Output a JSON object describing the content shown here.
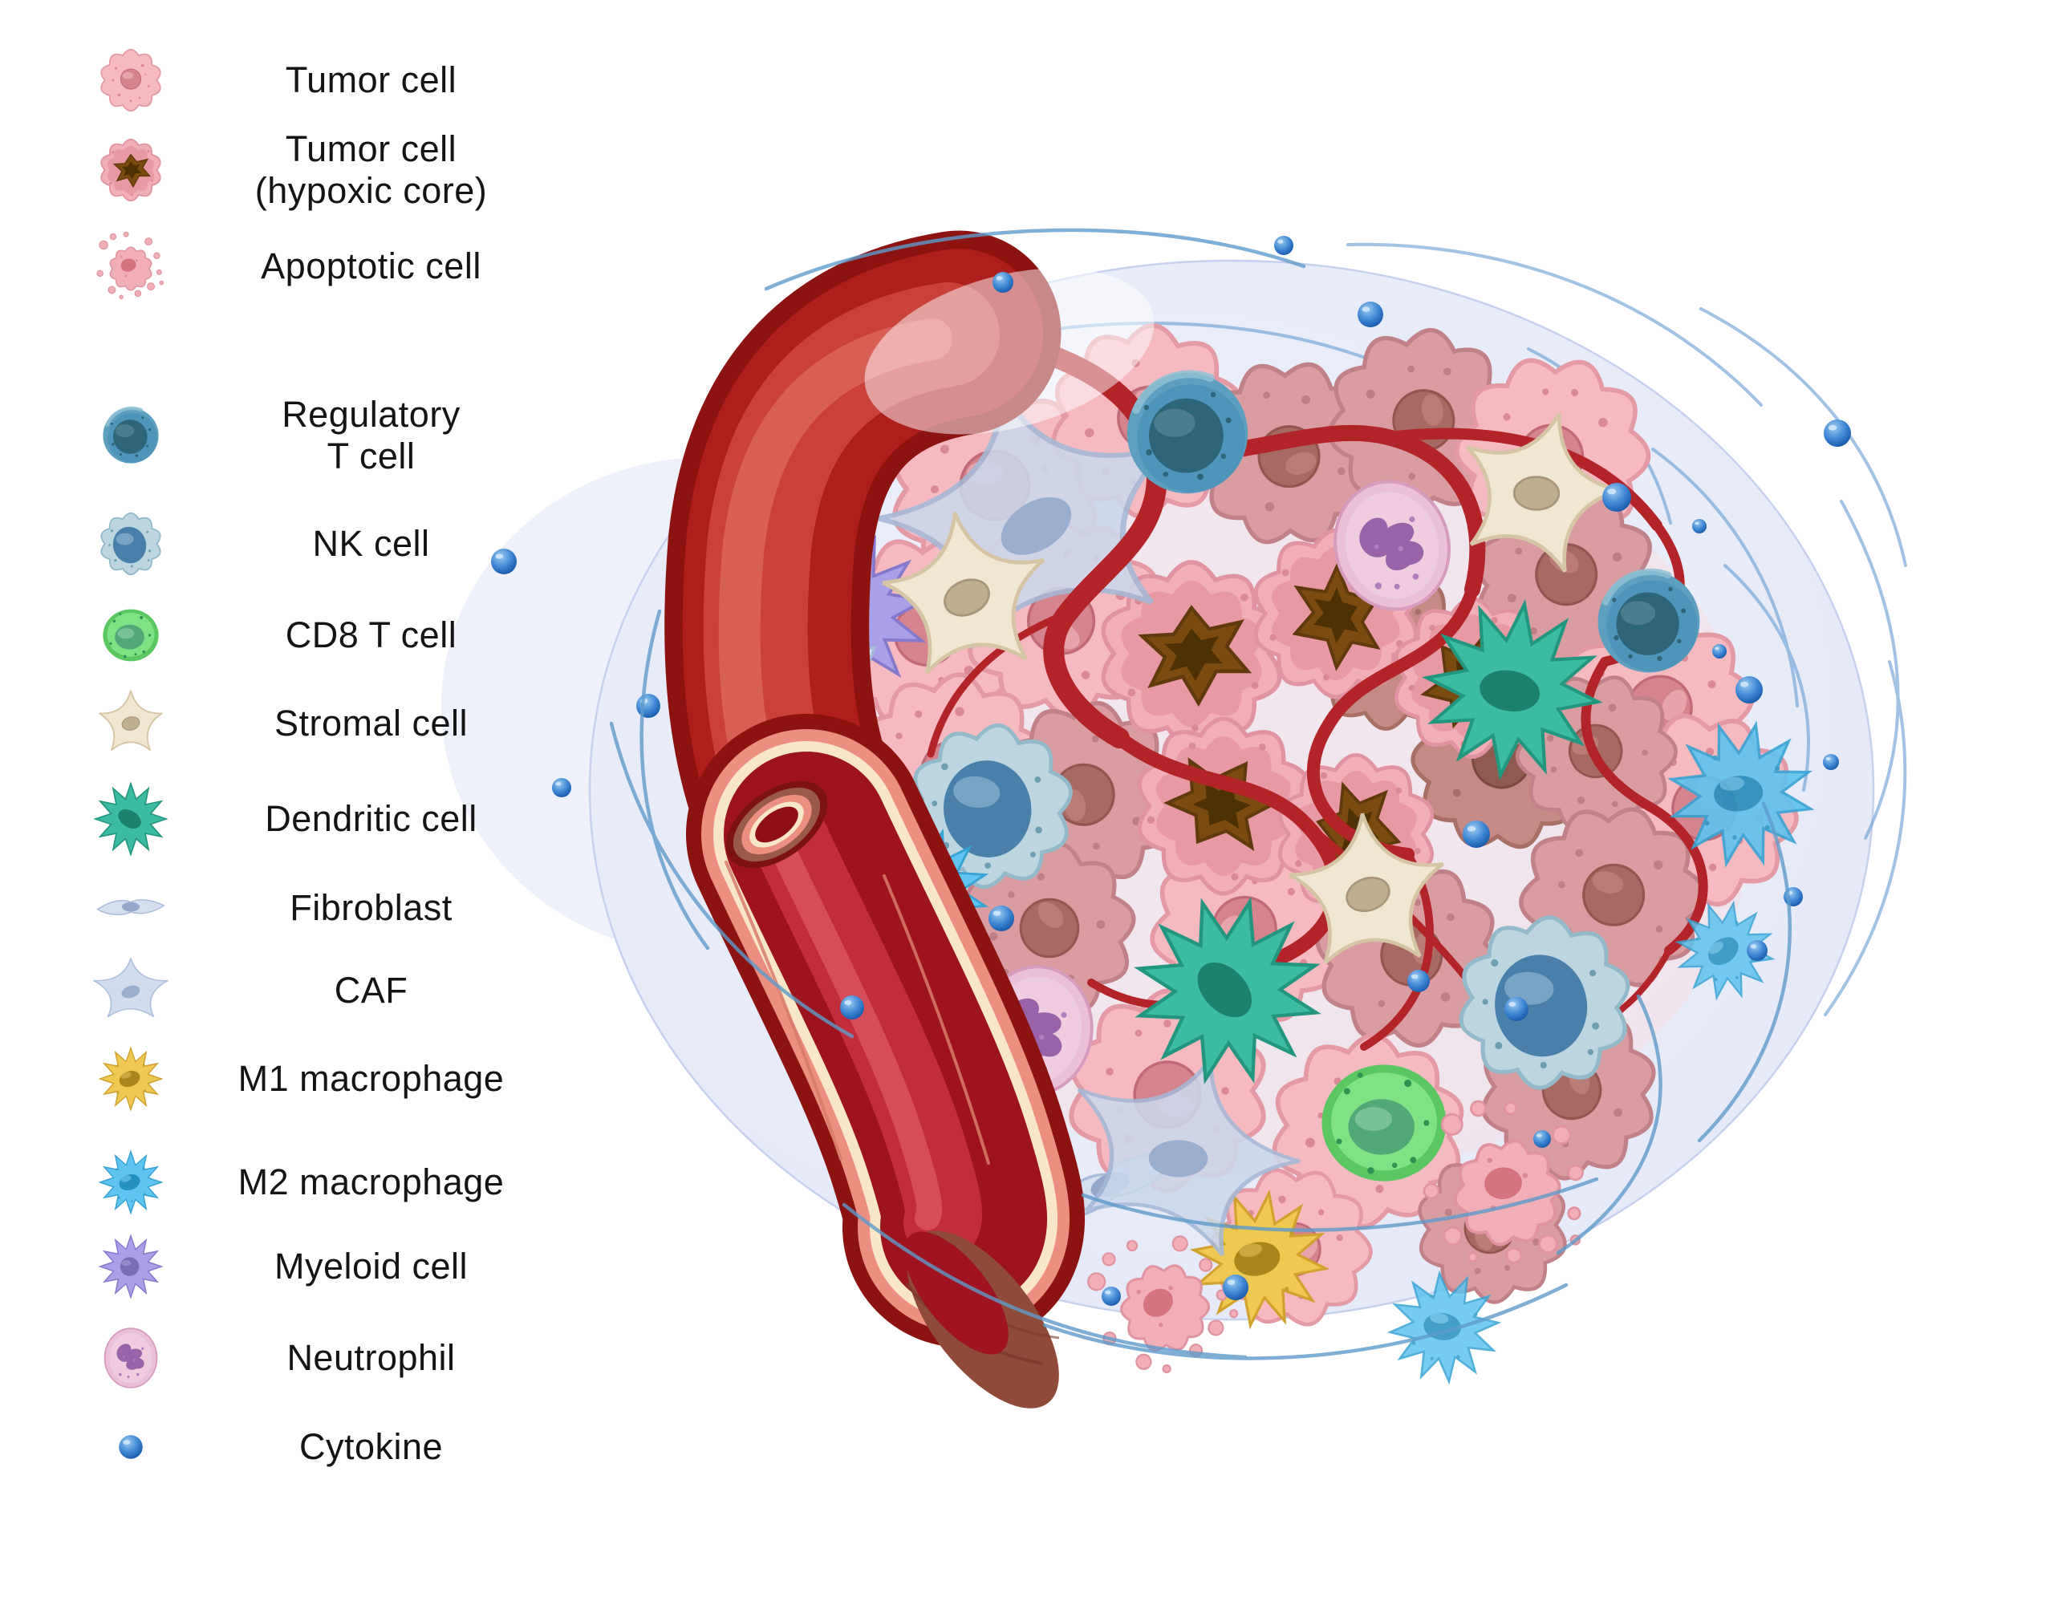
{
  "figure": {
    "type": "scientific-illustration",
    "subject": "Tumor microenvironment with blood vessel, tumor cells and immune cells",
    "background": "#ffffff"
  },
  "legend": {
    "text_color": "#141414",
    "items": [
      {
        "id": "tumor-cell",
        "label1": "Tumor cell",
        "label2": "",
        "icon": "tumor-cell-icon",
        "icon_ref": "#sym-tumor",
        "color": "#F2A9B1"
      },
      {
        "id": "tumor-cell-hypoxic",
        "label1": "Tumor cell",
        "label2": "(hypoxic core)",
        "icon": "tumor-cell-hypoxic-icon",
        "icon_ref": "#sym-hypoxic",
        "color": "#7A4B10"
      },
      {
        "id": "apoptotic-cell",
        "label1": "Apoptotic cell",
        "label2": "",
        "icon": "apoptotic-cell-icon",
        "icon_ref": "#sym-apoptotic",
        "color": "#F2AEB6"
      },
      {
        "id": "regulatory-t-cell",
        "label1": "Regulatory",
        "label2": "T cell",
        "icon": "regulatory-t-cell-icon",
        "icon_ref": "#sym-treg",
        "color": "#4F94B9"
      },
      {
        "id": "nk-cell",
        "label1": "NK cell",
        "label2": "",
        "icon": "nk-cell-icon",
        "icon_ref": "#sym-nk",
        "color": "#BCD6E1"
      },
      {
        "id": "cd8-t-cell",
        "label1": "CD8 T cell",
        "label2": "",
        "icon": "cd8-t-cell-icon",
        "icon_ref": "#sym-cd8",
        "color": "#7FE285"
      },
      {
        "id": "stromal-cell",
        "label1": "Stromal cell",
        "label2": "",
        "icon": "stromal-cell-icon",
        "icon_ref": "#sym-stromal",
        "color": "#F1E6D0"
      },
      {
        "id": "dendritic-cell",
        "label1": "Dendritic cell",
        "label2": "",
        "icon": "dendritic-cell-icon",
        "icon_ref": "#sym-dendritic",
        "color": "#3CBCA2"
      },
      {
        "id": "fibroblast",
        "label1": "Fibroblast",
        "label2": "",
        "icon": "fibroblast-icon",
        "icon_ref": "#sym-fibroblast",
        "color": "#D5DFF0"
      },
      {
        "id": "caf",
        "label1": "CAF",
        "label2": "",
        "icon": "caf-icon",
        "icon_ref": "#sym-caf",
        "color": "#CBD8ED"
      },
      {
        "id": "m1-macrophage",
        "label1": "M1 macrophage",
        "label2": "",
        "icon": "m1-macrophage-icon",
        "icon_ref": "#sym-m1",
        "color": "#EFC851"
      },
      {
        "id": "m2-macrophage",
        "label1": "M2 macrophage",
        "label2": "",
        "icon": "m2-macrophage-icon",
        "icon_ref": "#sym-m2",
        "color": "#5FC4EF"
      },
      {
        "id": "myeloid-cell",
        "label1": "Myeloid cell",
        "label2": "",
        "icon": "myeloid-cell-icon",
        "icon_ref": "#sym-myeloid",
        "color": "#A9A0E8"
      },
      {
        "id": "neutrophil",
        "label1": "Neutrophil",
        "label2": "",
        "icon": "neutrophil-icon",
        "icon_ref": "#sym-neutrophil",
        "color": "#ECBFD9"
      },
      {
        "id": "cytokine",
        "label1": "Cytokine",
        "label2": "",
        "icon": "cytokine-icon",
        "icon_ref": "#sym-cytokine",
        "color": "#2D7BD0"
      }
    ]
  },
  "illustration": {
    "boundary_fill": "#E6EAF8",
    "boundary_edge": "#C7D1EE",
    "fiber_color": "#5E9BCC",
    "vessel": {
      "outer_wall": "#8C1310",
      "wall_mid": "#AD1F1C",
      "media": "#EC8E80",
      "intima": "#F8E6C6",
      "lumen": "#9E141C",
      "branch": "#B22427",
      "cut_face": "#8F4A38"
    },
    "cells": [
      {
        "type": "tumor-cell",
        "count": 26,
        "color": "#F5B9C0"
      },
      {
        "type": "tumor-cell-hypoxic-core",
        "count": 5,
        "color": "#7A4B10"
      },
      {
        "type": "apoptotic-cell",
        "count": 2,
        "color": "#F2AEB6"
      },
      {
        "type": "regulatory-t-cell",
        "count": 2,
        "color": "#4F94B9"
      },
      {
        "type": "nk-cell",
        "count": 2,
        "color": "#BCD6E1"
      },
      {
        "type": "cd8-t-cell",
        "count": 1,
        "color": "#7FE285"
      },
      {
        "type": "stromal-cell",
        "count": 3,
        "color": "#F1E6D0"
      },
      {
        "type": "dendritic-cell",
        "count": 2,
        "color": "#3CBCA2"
      },
      {
        "type": "fibroblast",
        "count": 2,
        "color": "#D5DFF0"
      },
      {
        "type": "caf",
        "count": 2,
        "color": "#CBD8ED"
      },
      {
        "type": "m1-macrophage",
        "count": 1,
        "color": "#EFC851"
      },
      {
        "type": "m2-macrophage",
        "count": 4,
        "color": "#5FC4EF"
      },
      {
        "type": "myeloid-cell",
        "count": 1,
        "color": "#A9A0E8"
      },
      {
        "type": "neutrophil",
        "count": 2,
        "color": "#D9B4DC"
      },
      {
        "type": "cytokine",
        "count": 22,
        "color": "#2D7BD0"
      }
    ]
  }
}
